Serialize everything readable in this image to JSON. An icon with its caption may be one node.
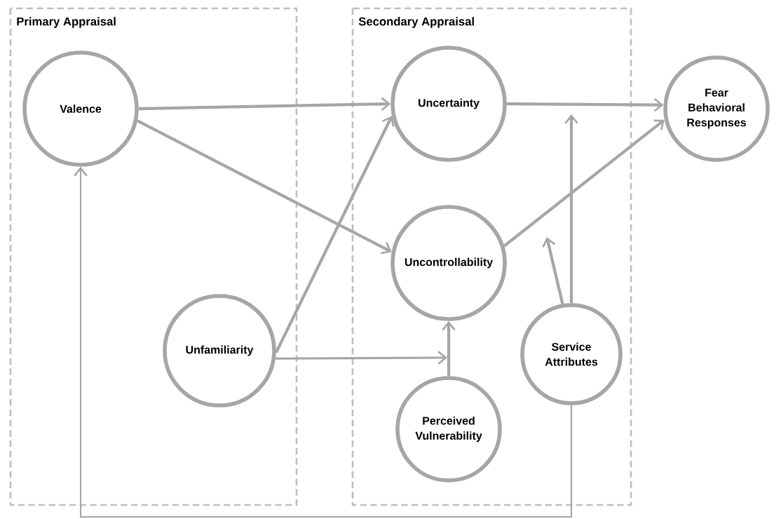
{
  "diagram": {
    "nodes": [
      {
        "text": [
          "Primary Appraisal"
        ]
      },
      {
        "text": [
          "Secondary Appraisal"
        ]
      },
      {
        "text": [
          "Valence"
        ],
        "in": 0
      },
      {
        "text": [
          "Unfamiliarity"
        ],
        "in": 0
      },
      {
        "text": [
          "Uncertainty"
        ],
        "in": 1
      },
      {
        "text": [
          "Uncontrollability"
        ],
        "in": 1
      },
      {
        "text": [
          "Perceived Vulnerability"
        ],
        "in": 1
      },
      {
        "text": [
          "Service Attributes"
        ],
        "in": 1
      },
      {
        "text": [
          "Fear Behavioral Responses"
        ]
      }
    ],
    "edges": [
      {
        "from": 2,
        "to": 4,
        "arrow": "to"
      },
      {
        "from": 2,
        "to": 5,
        "arrow": "to"
      },
      {
        "from": 3,
        "to": 4,
        "arrow": "to"
      },
      {
        "from": 3,
        "to": null,
        "arrow": "to"
      },
      {
        "from": 6,
        "to": 5,
        "arrow": "to"
      },
      {
        "from": 4,
        "to": 8,
        "arrow": "to"
      },
      {
        "from": 5,
        "to": 8,
        "arrow": "to"
      },
      {
        "from": 7,
        "to": null,
        "arrow": "to"
      },
      {
        "from": 7,
        "to": null,
        "arrow": "to"
      },
      {
        "from": 7,
        "to": 2,
        "arrow": "to"
      }
    ]
  }
}
